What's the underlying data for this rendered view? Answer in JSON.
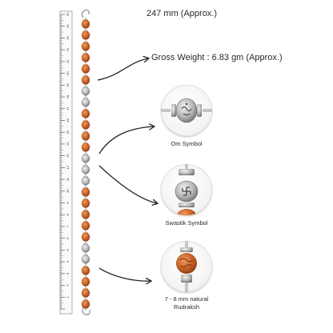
{
  "length_label": "247 mm (Approx.)",
  "weight_label": "Gross Weight : 6.83 gm (Approx.)",
  "details": [
    {
      "name": "Om Symbol",
      "icon": "om-bead-icon"
    },
    {
      "name": "Swastik Symbol",
      "icon": "swastik-bead-icon"
    },
    {
      "name_line1": "7 - 8 mm natural",
      "name_line2": "Rudraksh",
      "icon": "rudraksha-bead-icon"
    }
  ],
  "ruler": {
    "unit": "cm",
    "tick_labels": [
      "1",
      "2",
      "3",
      "4",
      "5",
      "6",
      "7",
      "8",
      "9",
      "10",
      "11",
      "12",
      "13",
      "14",
      "15",
      "16",
      "17",
      "18",
      "19",
      "20",
      "21",
      "22",
      "23",
      "24",
      "25"
    ]
  },
  "colors": {
    "rudraksha": "#c7632a",
    "rudraksha_dark": "#9c4316",
    "silver": "#b9b9b9",
    "text": "#2a2a2a",
    "background": "#ffffff"
  }
}
